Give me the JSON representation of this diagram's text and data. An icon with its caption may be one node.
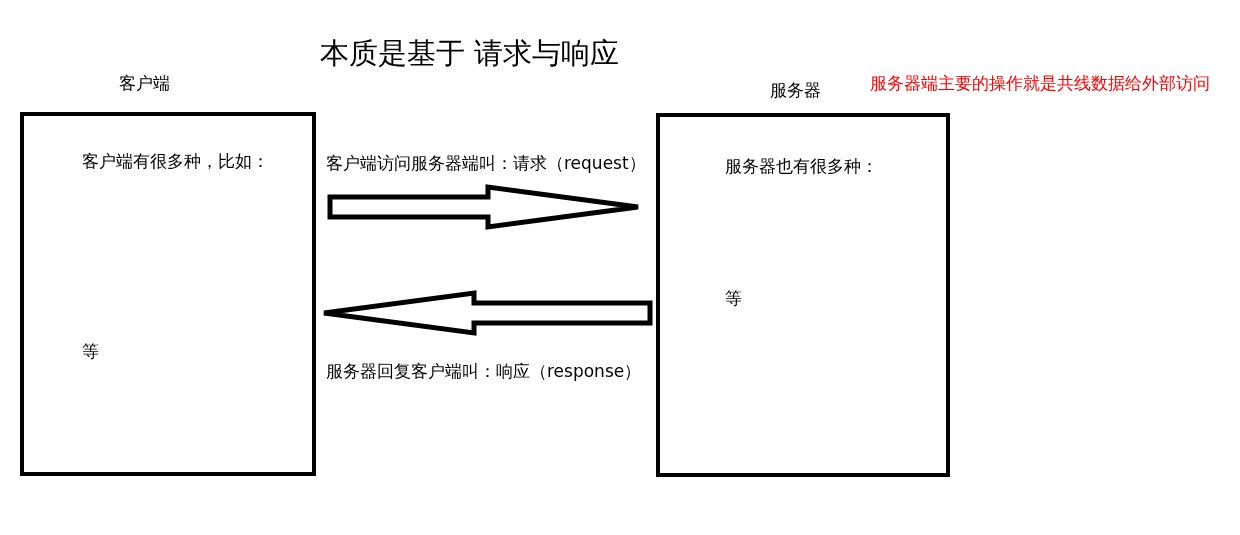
{
  "diagram": {
    "title": "本质是基于 请求与响应",
    "nodes": [
      {
        "text": [
          "客户端",
          "客户端有很多种，比如：",
          "等"
        ]
      },
      {
        "text": [
          "服务器",
          "服务器也有很多种：",
          "等"
        ]
      }
    ],
    "edges": [
      {
        "from": 0,
        "to": 1,
        "arrow": "to",
        "label": "客户端访问服务器端叫：请求（request）"
      },
      {
        "from": 1,
        "to": 0,
        "arrow": "to",
        "label": "服务器回复客户端叫：响应（response）"
      }
    ],
    "labels": [
      "服务器端主要的操作就是共线数据给外部访问"
    ]
  }
}
